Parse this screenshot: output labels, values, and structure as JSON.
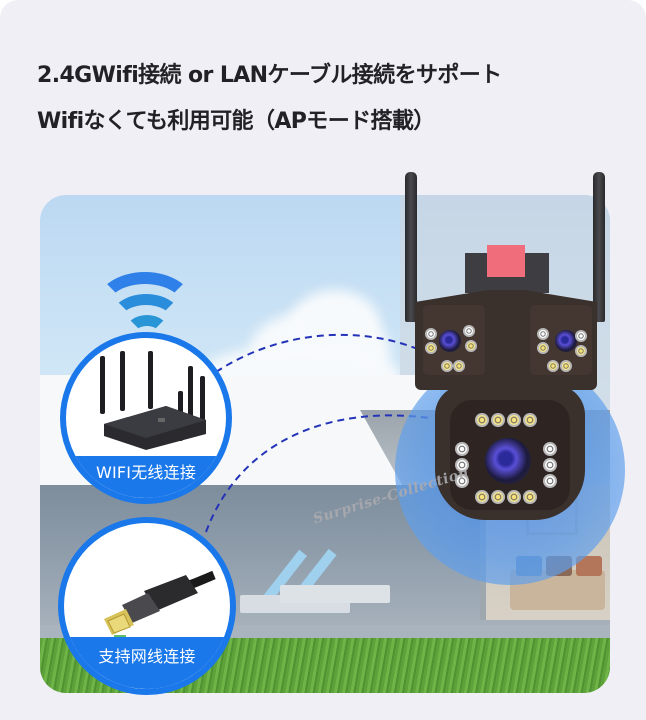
{
  "header": {
    "line1": "2.4GWifi接続 or LANケーブル接続をサポート",
    "line2": "Wifiなくても利用可能（APモード搭載）"
  },
  "scene": {
    "wifi_badge": {
      "label": "WIFI无线连接",
      "icon": "wifi-icon",
      "image": "router-icon"
    },
    "lan_badge": {
      "label": "支持网线连接",
      "image": "ethernet-cable-icon"
    },
    "camera": {
      "image": "triple-lens-ptz-camera"
    },
    "watermark": "Surprise-Collection"
  },
  "colors": {
    "page_bg": "#f0eff5",
    "headline": "#222226",
    "badge_blue": "#1a78ea",
    "wifi_blue": "#2f80e8",
    "dash_line": "#2433b8",
    "camera_accent": "#f06e7c"
  }
}
